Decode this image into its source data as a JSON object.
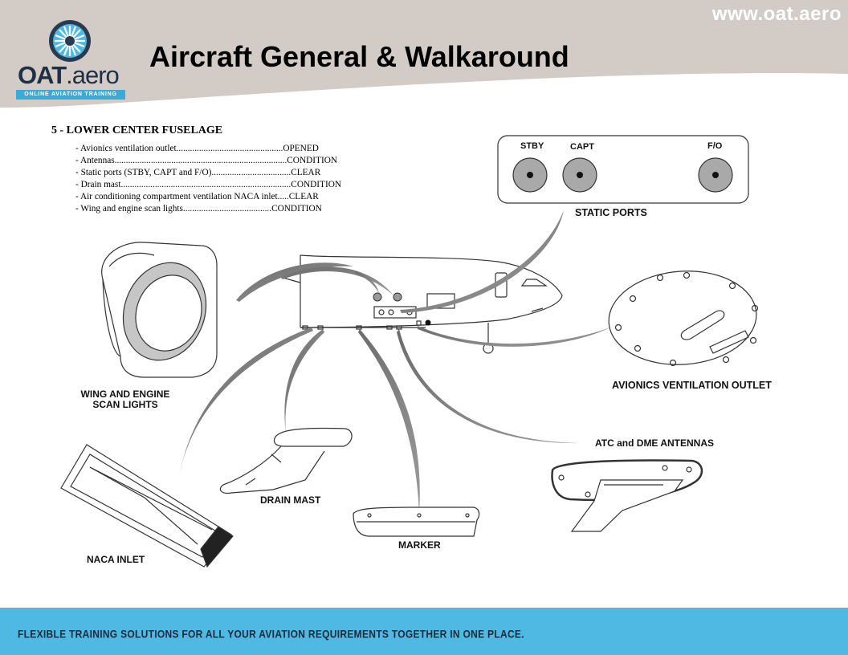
{
  "header": {
    "site_url": "www.oat.aero",
    "title": "Aircraft General & Walkaround",
    "logo": {
      "word_bold": "OAT",
      "word_thin": ".aero",
      "tagline": "ONLINE AVIATION TRAINING"
    }
  },
  "section": {
    "title": "5 - LOWER CENTER FUSELAGE",
    "items": [
      "- Avionics ventilation outlet...............................................OPENED",
      "- Antennas............................................................................CONDITION",
      "- Static ports (STBY, CAPT and F/O)...................................CLEAR",
      "- Drain mast...........................................................................CONDITION",
      "- Air conditioning compartment ventilation NACA inlet.....CLEAR",
      "- Wing and engine scan lights.......................................CONDITION"
    ]
  },
  "figure": {
    "static_ports": {
      "label": "STATIC PORTS",
      "port_labels": [
        "STBY",
        "CAPT",
        "F/O"
      ]
    },
    "labels": {
      "scan_lights_line1": "WING AND ENGINE",
      "scan_lights_line2": "SCAN LIGHTS",
      "avionics_outlet": "AVIONICS VENTILATION OUTLET",
      "antennas": "ATC and DME ANTENNAS",
      "drain_mast": "DRAIN MAST",
      "marker": "MARKER",
      "naca_inlet": "NACA INLET"
    }
  },
  "footer": {
    "tagline": "FLEXIBLE TRAINING SOLUTIONS FOR ALL YOUR AVIATION REQUIREMENTS TOGETHER IN ONE PLACE."
  },
  "colors": {
    "header_bg": "#d3ccc6",
    "footer_bg": "#4fb8e3",
    "logo_accent": "#3aaad9",
    "port_fill": "#a9a9a9"
  }
}
